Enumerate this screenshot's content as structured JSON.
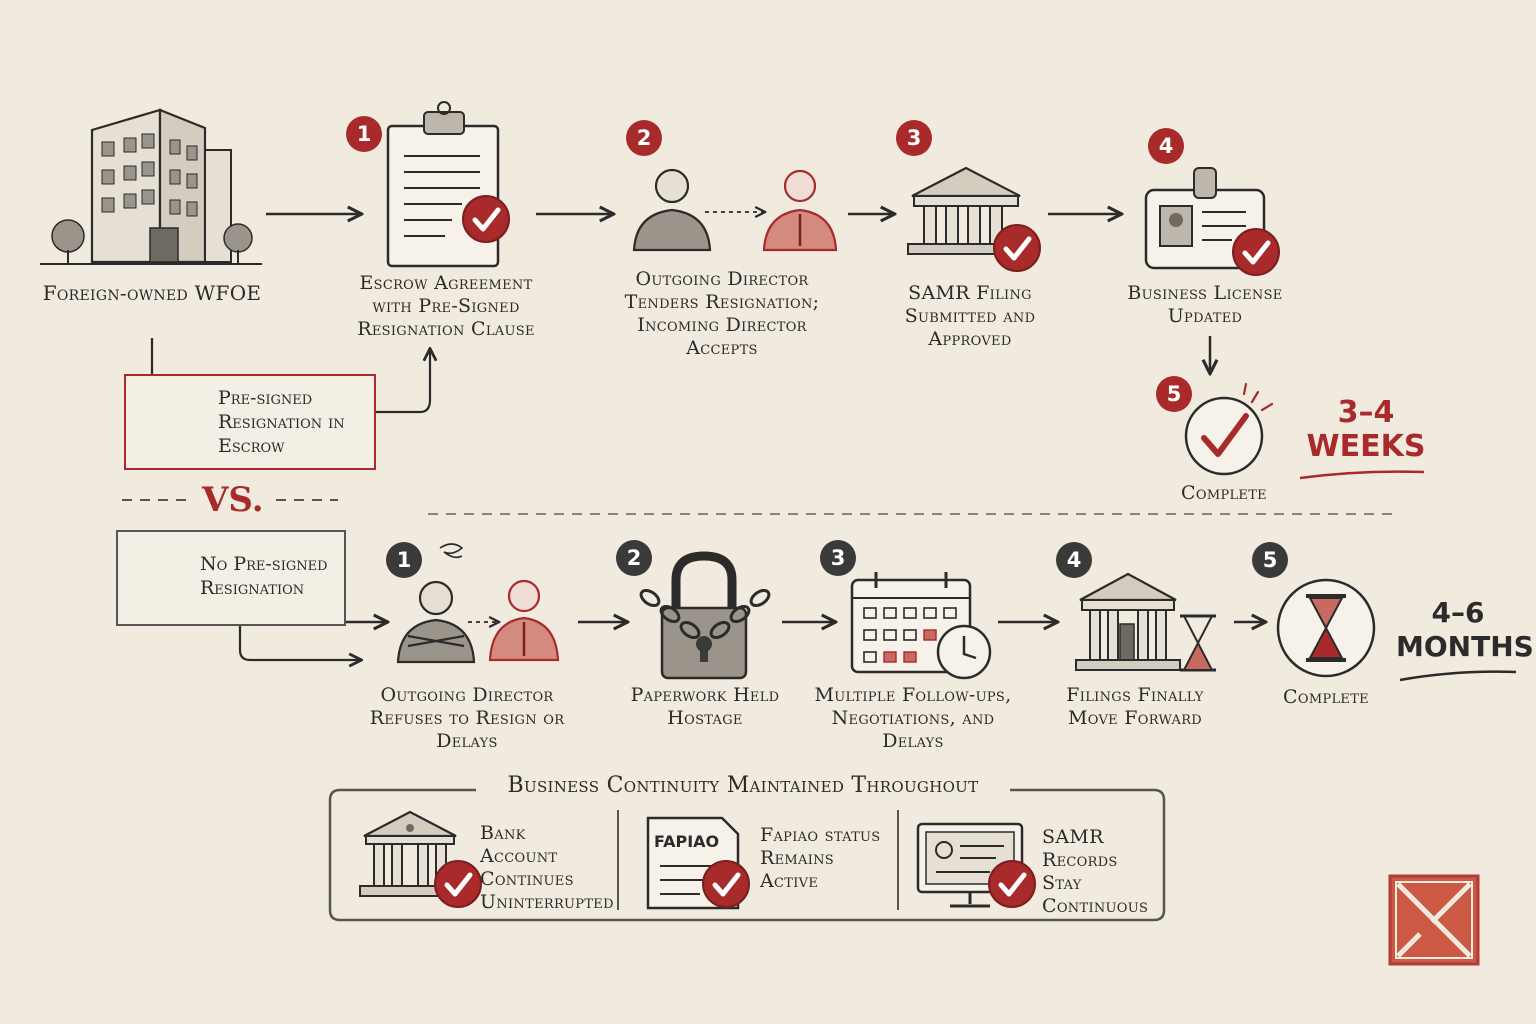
{
  "top": {
    "start_label": "Foreign-owned WFOE",
    "steps": [
      {
        "number": "1",
        "label": "Escrow Agreement with Pre-Signed Resignation Clause",
        "icon": "clipboard-icon"
      },
      {
        "number": "2",
        "label": "Outgoing Director Tenders Resignation; Incoming Director Accepts",
        "icon": "directors-icon"
      },
      {
        "number": "3",
        "label": "SAMR Filing Submitted and Approved",
        "icon": "government-building-icon"
      },
      {
        "number": "4",
        "label": "Business License Updated",
        "icon": "id-badge-icon"
      },
      {
        "number": "5",
        "label": "Complete",
        "icon": "check-circle-icon"
      }
    ],
    "note": "Pre-signed Resignation in Escrow",
    "duration": "3–4 WEEKS"
  },
  "vs_label": "VS.",
  "bottom": {
    "note": "No Pre-signed Resignation",
    "steps": [
      {
        "number": "1",
        "label": "Outgoing Director Refuses to Resign or Delays",
        "icon": "refusing-director-icon"
      },
      {
        "number": "2",
        "label": "Paperwork Held Hostage",
        "icon": "padlock-chain-icon"
      },
      {
        "number": "3",
        "label": "Multiple Follow-ups, Negotiations, and Delays",
        "icon": "calendar-clock-icon"
      },
      {
        "number": "4",
        "label": "Filings Finally Move Forward",
        "icon": "building-hourglass-icon"
      },
      {
        "number": "5",
        "label": "Complete",
        "icon": "hourglass-circle-icon"
      }
    ],
    "duration": "4–6 MONTHS"
  },
  "continuity": {
    "title": "Business Continuity Maintained Throughout",
    "items": [
      {
        "label": "Bank Account Continues Uninterrupted",
        "icon": "bank-icon"
      },
      {
        "label": "Fapiao status Remains Active",
        "icon": "fapiao-document-icon",
        "doc_text": "FAPIAO"
      },
      {
        "label": "SAMR Records Stay Continuous",
        "icon": "monitor-record-icon"
      }
    ]
  },
  "colors": {
    "accent": "#a82a2a",
    "ink": "#2b2b2b",
    "paper": "#f1ebdf"
  }
}
